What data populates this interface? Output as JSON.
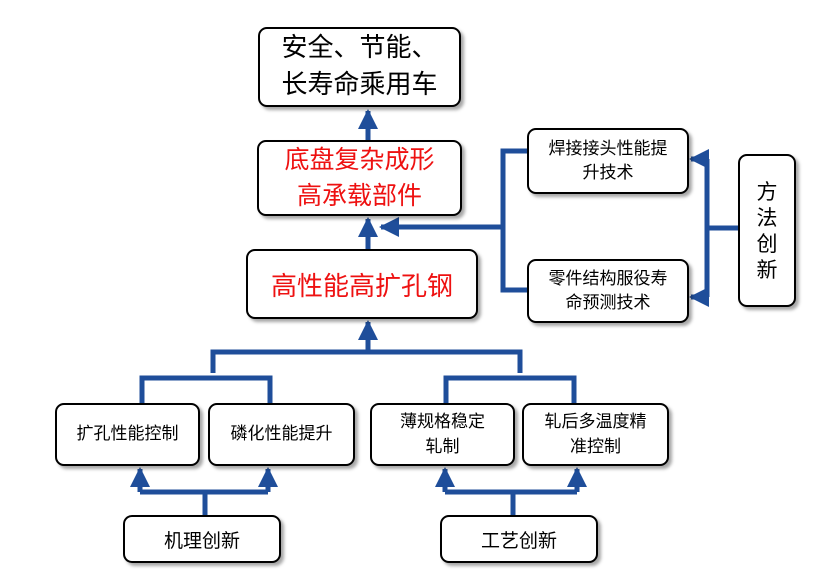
{
  "colors": {
    "connector": "#1f4e9a",
    "accent_text": "#ee1111",
    "border": "#000000"
  },
  "goal": {
    "line1": "安全、节能、",
    "line2": "长寿命乘用车"
  },
  "parts": {
    "line1": "底盘复杂成形",
    "line2": "高承载部件"
  },
  "steel": {
    "label": "高性能高扩孔钢"
  },
  "method": {
    "vertical_label": "方法创新",
    "items": [
      {
        "line1": "焊接接头性能提",
        "line2": "升技术"
      },
      {
        "line1": "零件结构服役寿",
        "line2": "命预测技术"
      }
    ]
  },
  "mechanism": {
    "label": "机理创新",
    "items": [
      {
        "label": "扩孔性能控制"
      },
      {
        "label": "磷化性能提升"
      }
    ]
  },
  "process": {
    "label": "工艺创新",
    "items": [
      {
        "line1": "薄规格稳定",
        "line2": "轧制"
      },
      {
        "line1": "轧后多温度精",
        "line2": "准控制"
      }
    ]
  }
}
